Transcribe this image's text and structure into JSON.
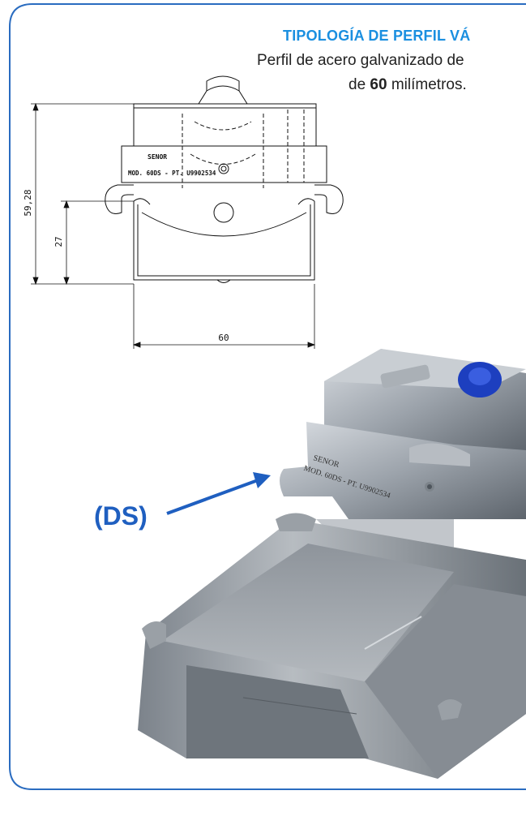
{
  "header": {
    "title": "TIPOLOGÍA DE PERFIL VÁ",
    "subtitle_line1": "Perfil de acero galvanizado de",
    "subtitle_line2_prefix": "de ",
    "subtitle_line2_bold": "60",
    "subtitle_line2_suffix": " milímetros."
  },
  "drawing": {
    "dim_height_total": "59,28",
    "dim_height_profile": "27",
    "dim_width": "60",
    "plate_brand": "SENOR",
    "plate_model": "MOD. 60DS - PT. U9902534"
  },
  "photo": {
    "callout": "(DS)",
    "plate_brand": "SENOR",
    "plate_model": "MOD. 60DS - PT. U9902534"
  },
  "colors": {
    "frame": "#2a6cc0",
    "title": "#1a8fe0",
    "callout": "#1f5fc0",
    "cap": "#1d3fbf"
  }
}
